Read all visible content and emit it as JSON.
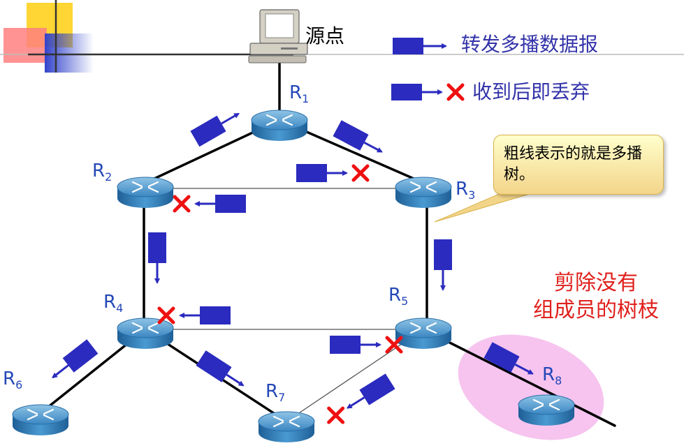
{
  "source_label": "源点",
  "legend": {
    "forward_label": "转发多播数据报",
    "discard_label": "收到后即丢弃"
  },
  "note_text": "粗线表示的就是多播树。",
  "prune_text": "剪除没有\n组成员的树枝",
  "routers": [
    {
      "id": "R1",
      "main": "R",
      "sub": "1"
    },
    {
      "id": "R2",
      "main": "R",
      "sub": "2"
    },
    {
      "id": "R3",
      "main": "R",
      "sub": "3"
    },
    {
      "id": "R4",
      "main": "R",
      "sub": "4"
    },
    {
      "id": "R5",
      "main": "R",
      "sub": "5"
    },
    {
      "id": "R6",
      "main": "R",
      "sub": "6"
    },
    {
      "id": "R7",
      "main": "R",
      "sub": "7"
    },
    {
      "id": "R8",
      "main": "R",
      "sub": "8"
    }
  ],
  "colors": {
    "packet": "#2b2bbf",
    "discard_x": "#ee1111",
    "label_blue": "#2448b8",
    "prune_text": "#e0201c",
    "prune_area": "#f6c4ef"
  }
}
